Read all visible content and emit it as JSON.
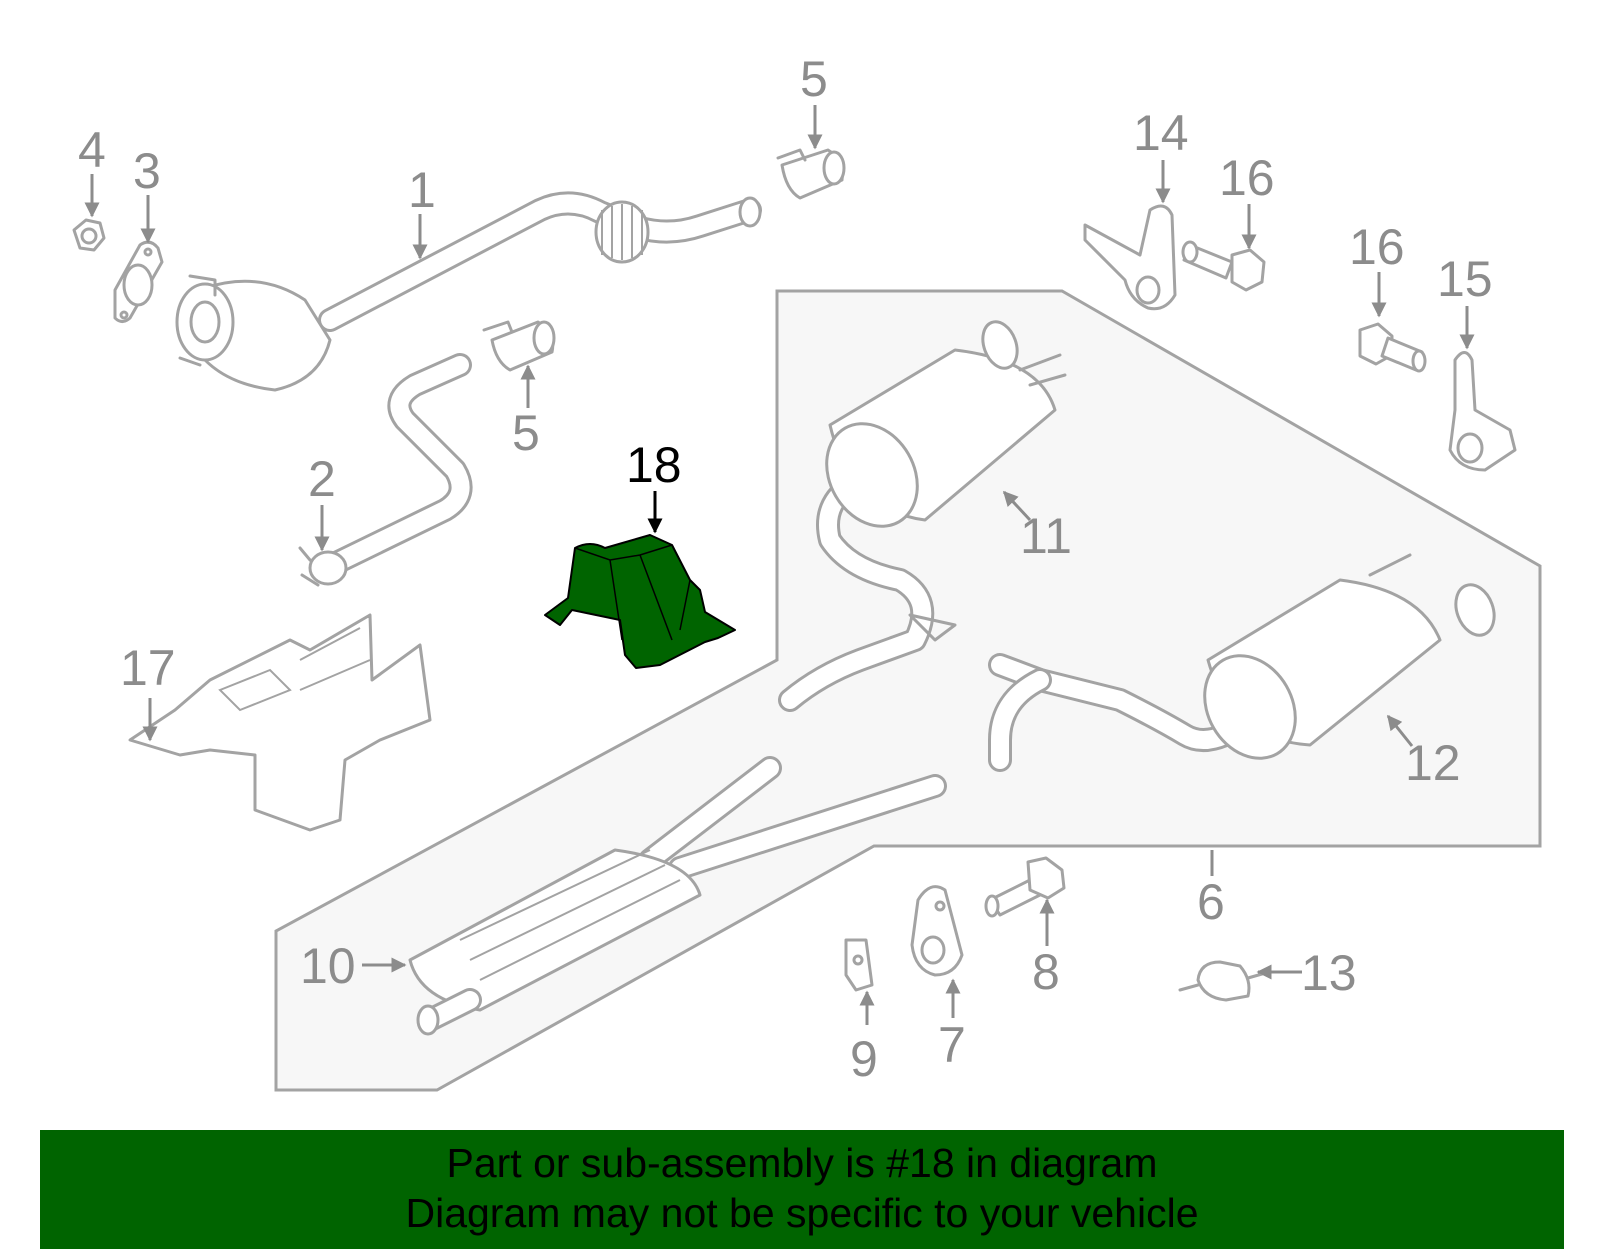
{
  "diagram": {
    "callouts": [
      "1",
      "2",
      "3",
      "4",
      "5",
      "5",
      "6",
      "7",
      "8",
      "9",
      "10",
      "11",
      "12",
      "13",
      "14",
      "15",
      "16",
      "16",
      "17",
      "18"
    ],
    "highlighted_part": "18",
    "highlight_color": "#006400",
    "line_color": "#a3a3a3",
    "label_color": "#8c8c8c",
    "group_fill": "#f7f7f7"
  },
  "banner": {
    "line1": "Part or sub-assembly is #18 in diagram",
    "line2": "Diagram may not be specific to your vehicle",
    "background": "#006400"
  }
}
